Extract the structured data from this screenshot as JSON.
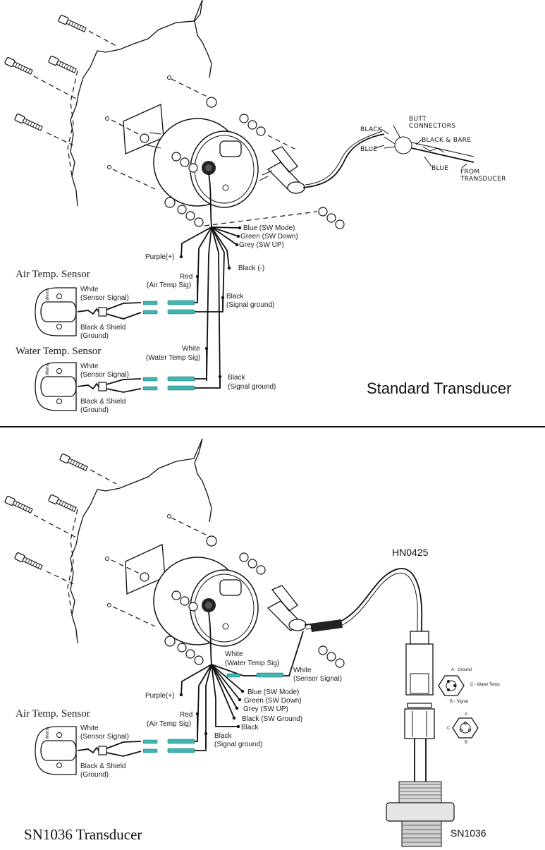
{
  "top": {
    "title": "Standard Transducer",
    "butt": {
      "header_line1": "BUTT",
      "header_line2": "CONNECTORS",
      "black": "BLACK",
      "blue": "BLUE",
      "black_bare": "BLACK  &  BARE",
      "blue_right": "BLUE",
      "from_line1": "FROM",
      "from_line2": "TRANSDUCER"
    },
    "wires": {
      "blue_sw_mode": "Blue (SW Mode)",
      "green_sw_down": "Green (SW Down)",
      "grey_sw_up": "Grey (SW UP)",
      "purple": "Purple(+)",
      "black_neg": "Black (-)",
      "red": "Red",
      "red_sub": "(Air Temp Sig)",
      "black1": "Black",
      "black1_sub": "(Signal ground)",
      "white_water": "White",
      "white_water_sub": "(Water Temp Sig)",
      "black2": "Black",
      "black2_sub": "(Signal ground)"
    },
    "air": {
      "title": "Air Temp. Sensor",
      "white": "White",
      "white_sub": "(Sensor Signal)",
      "shield": "Black & Shield",
      "shield_sub": "(Ground)"
    },
    "water": {
      "title": "Water Temp. Sensor",
      "white": "White",
      "white_sub": "(Sensor Signal)",
      "shield": "Black & Shield",
      "shield_sub": "(Ground)"
    }
  },
  "bottom": {
    "title": "SN1036 Transducer",
    "cable_part": "HN0425",
    "transducer_part": "SN1036",
    "wires": {
      "white_water": "White",
      "white_water_sub": "(Water Temp Sig)",
      "white_signal": "White",
      "white_signal_sub": "(Sensor Signal)",
      "blue_sw_mode": "Blue (SW Mode)",
      "green_sw_down": "Green (SW Down)",
      "grey_sw_up": "Grey (SW UP)",
      "black_sw_ground": "Black (SW Ground)",
      "black": "Black",
      "purple": "Purple(+)",
      "red": "Red",
      "red_sub": "(Air Temp Sig)",
      "black_sig": "Black",
      "black_sig_sub": "(Signal ground)"
    },
    "air": {
      "title": "Air Temp. Sensor",
      "white": "White",
      "white_sub": "(Sensor Signal)",
      "shield": "Black & Shield",
      "shield_sub": "(Ground)"
    },
    "pins": {
      "a_ground": "A - Ground",
      "c_water": "C - Water Temp",
      "b_signal": "B - Signal",
      "a": "A",
      "b": "B",
      "c": "C"
    }
  }
}
